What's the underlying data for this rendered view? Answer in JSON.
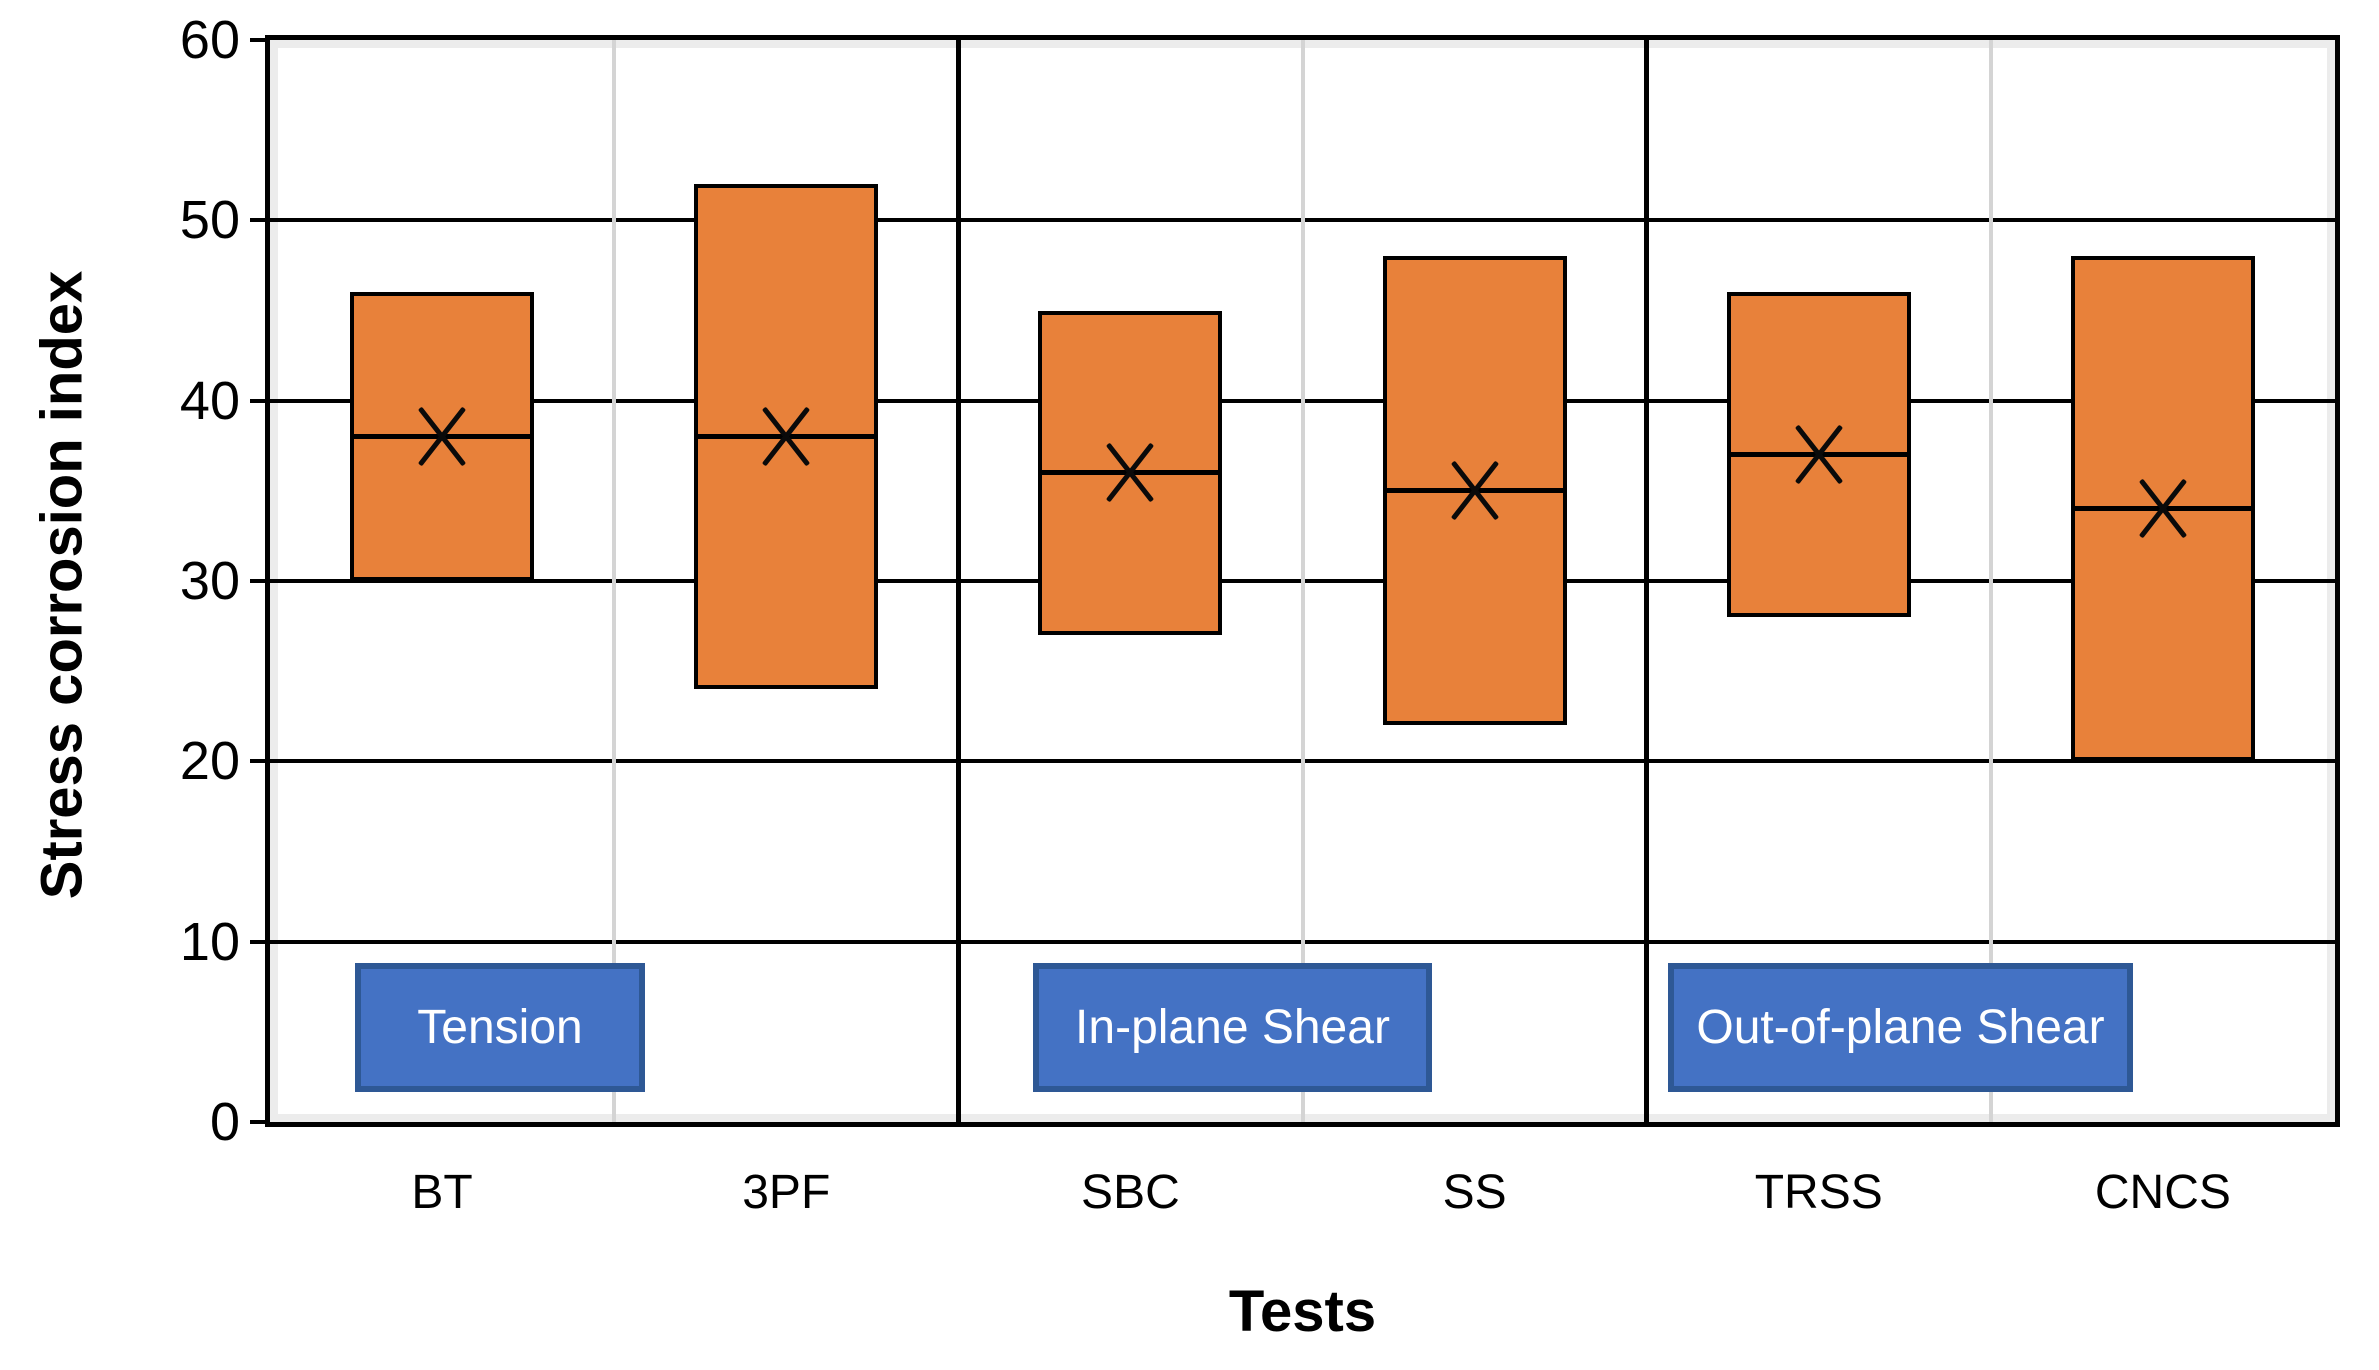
{
  "chart_data": {
    "type": "box",
    "title": "",
    "xlabel": "Tests",
    "ylabel": "Stress corrosion index",
    "ylim": [
      0,
      60
    ],
    "yticks": [
      0,
      10,
      20,
      30,
      40,
      50,
      60
    ],
    "grid": "horizontal major gridlines on; light vertical separators between paired columns; bold vertical dividers between groups; legend none",
    "categories": [
      "BT",
      "3PF",
      "SBC",
      "SS",
      "TRSS",
      "CNCS"
    ],
    "series": [
      {
        "label": "BT",
        "low": 30,
        "high": 46,
        "median": 38,
        "mean": 38
      },
      {
        "label": "3PF",
        "low": 24,
        "high": 52,
        "median": 38,
        "mean": 38
      },
      {
        "label": "SBC",
        "low": 27,
        "high": 45,
        "median": 36,
        "mean": 36
      },
      {
        "label": "SS",
        "low": 22,
        "high": 48,
        "median": 35,
        "mean": 35
      },
      {
        "label": "TRSS",
        "low": 28,
        "high": 46,
        "median": 37,
        "mean": 37
      },
      {
        "label": "CNCS",
        "low": 20,
        "high": 48,
        "median": 34,
        "mean": 34
      }
    ],
    "groups": [
      {
        "label": "Tension",
        "categories": [
          "BT",
          "3PF"
        ]
      },
      {
        "label": "In-plane Shear",
        "categories": [
          "SBC",
          "SS"
        ]
      },
      {
        "label": "Out-of-plane Shear",
        "categories": [
          "TRSS",
          "CNCS"
        ]
      }
    ],
    "mean_marker_symbol": "×",
    "colors": {
      "box_fill": "#E8813A",
      "box_border": "#000000",
      "median_line": "#000000",
      "mean_marker": "#0a0a0a",
      "gridline": "#000000",
      "minor_vline": "#D4D4D4",
      "group_divider": "#000000",
      "group_label_fill": "#4472C4",
      "group_label_border": "#2E5895",
      "group_label_text": "#FFFFFF"
    }
  }
}
